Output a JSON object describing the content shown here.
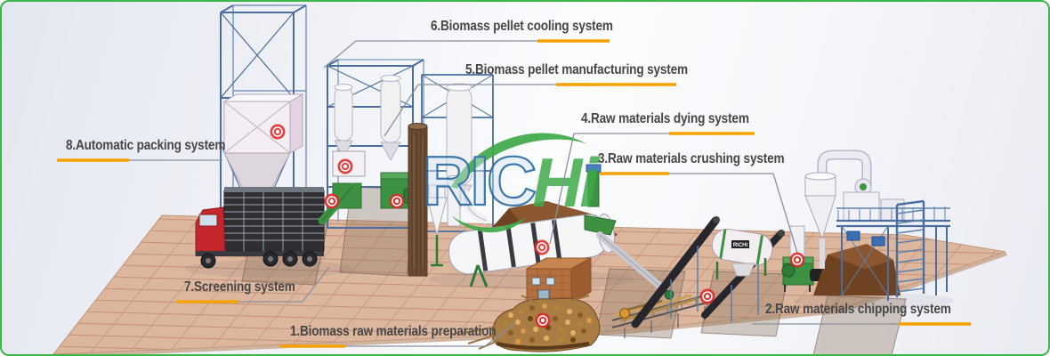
{
  "logo": {
    "part1": "RIC",
    "part2": "Hi"
  },
  "machine_badge": {
    "text": "RICHI"
  },
  "labels": [
    {
      "id": "1",
      "text": "1.Biomass raw materials preparation"
    },
    {
      "id": "2",
      "text": "2.Raw materials chipping system"
    },
    {
      "id": "3",
      "text": "3.Raw materials crushing system"
    },
    {
      "id": "4",
      "text": "4.Raw materials dying system"
    },
    {
      "id": "5",
      "text": "5.Biomass pellet manufacturing system"
    },
    {
      "id": "6",
      "text": "6.Biomass pellet cooling system"
    },
    {
      "id": "7",
      "text": "7.Screening system"
    },
    {
      "id": "8",
      "text": "8.Automatic packing system"
    }
  ],
  "colors": {
    "accent_orange": "#F5A200",
    "border_green": "#3CB54A",
    "label_text": "#474747",
    "logo_blue": "#2E6DA4",
    "logo_green": "#3FA948",
    "marker_red": "#E02828",
    "steel_blue": "#4A6F9E",
    "machine_green": "#3C9143",
    "floor_brick": "#DDB69E"
  }
}
